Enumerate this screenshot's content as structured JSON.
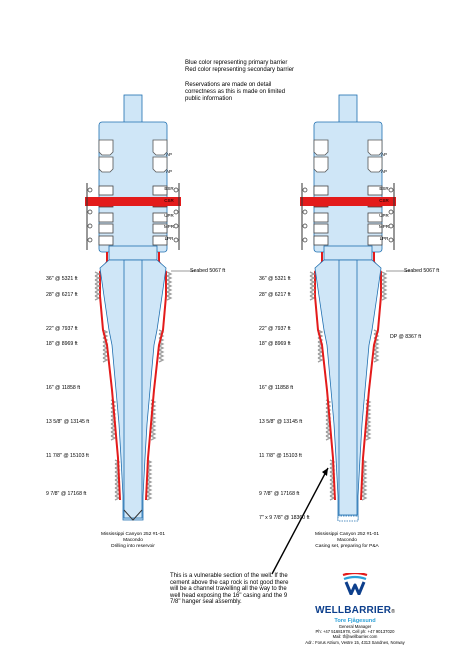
{
  "legend": {
    "line1": "Blue color representing primary barrier",
    "line2": "Red color representing secondary barrier",
    "note1": "Reservations are made on detail",
    "note2": "correctness as this is made on limited",
    "note3": "public information"
  },
  "bop_labels": [
    "AP",
    "AP",
    "BSR",
    "CSR",
    "UPR",
    "MPR",
    "LPR"
  ],
  "left_depths": [
    "36\" @ 5321 ft",
    "28\" @ 6217 ft",
    "22\" @ 7937 ft",
    "18\" @ 8969 ft",
    "16\" @ 11858 ft",
    "13 5/8\" @ 13145 ft",
    "11 7/8\" @ 15103 ft",
    "9 7/8\" @ 17168 ft"
  ],
  "right_depths": [
    "36\" @ 5321 ft",
    "28\" @ 6217 ft",
    "22\" @ 7937 ft",
    "18\" @ 8969 ft",
    "16\" @ 11858 ft",
    "13 5/8\" @ 13145 ft",
    "11 7/8\" @ 15103 ft",
    "9 7/8\" @ 17168 ft",
    "7\" x 9 7/8\" @ 18360 ft"
  ],
  "seabed_left": "Seabed 5067 ft",
  "seabed_right": "Seabed 5067 ft",
  "dp_label": "DP @ 8367 ft",
  "caption_left": [
    "Mississippi Canyon 252 #1-01",
    "Macondo",
    "Drilling into reservoir"
  ],
  "caption_right": [
    "Mississippi Canyon 252 #1-01",
    "Macondo",
    "Casing set, preparing for P&A"
  ],
  "callout": "This is a vulnerable section of the well. If the cement above the cap rock is not good there will be a channel travelling all the way to the well head exposing the 16\" casing and the 9 7/8\" hanger seal assembly.",
  "logo": {
    "brand": "WELLBARRIER",
    "tm": "®",
    "person": "Tore Fjågesund",
    "title": "General Manager",
    "phone": "Ph: +47 51681978, Cell ph: +47 90137020",
    "mail": "Mail: tf@wellbarrier.com",
    "address": "Adr.: Forus Atrium, Vestre 15, 4313 Sandnes, Norway"
  },
  "colors": {
    "primary": "#cfe6f7",
    "primary_line": "#1f6fb0",
    "secondary": "#e31b1b",
    "rock": "#9e9e9e"
  }
}
